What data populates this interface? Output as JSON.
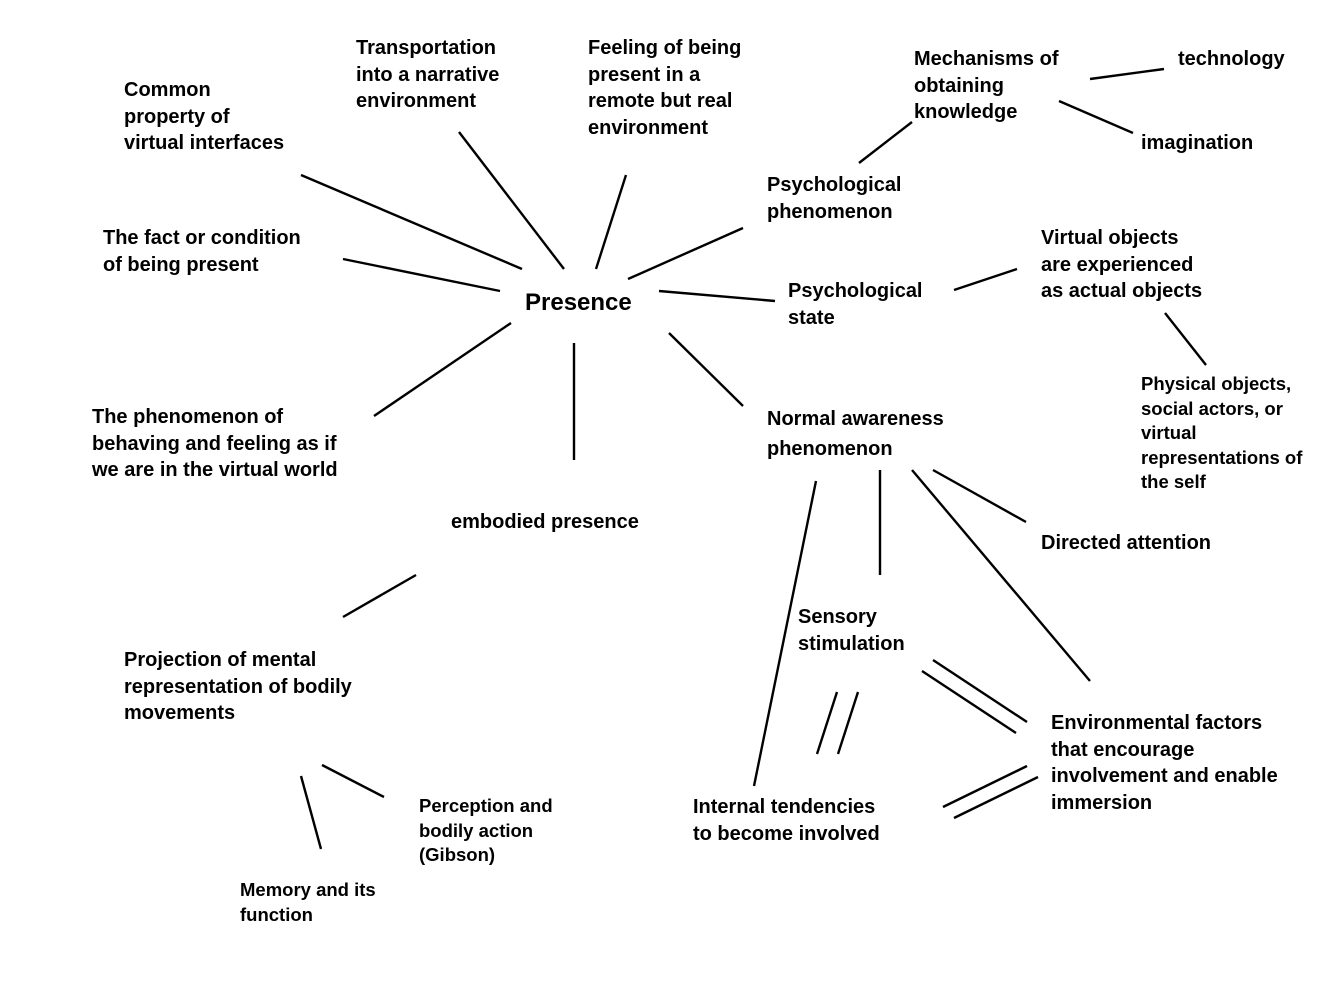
{
  "nodes": {
    "presence": "Presence",
    "common_property": "Common\nproperty of\nvirtual interfaces",
    "transportation": "Transportation\ninto a narrative\nenvironment",
    "feeling_remote": "Feeling of being\npresent in a\nremote but real\nenvironment",
    "fact_condition": "The fact or condition\nof being present",
    "phenomenon_behaving": "The phenomenon of\nbehaving and feeling as if\nwe are in the virtual world",
    "embodied_presence": "embodied presence",
    "projection": "Projection of mental\nrepresentation of bodily\nmovements",
    "memory": "Memory and its\nfunction",
    "perception": "Perception and\nbodily action\n(Gibson)",
    "psych_phenomenon": "Psychological\nphenomenon",
    "mechanisms": "Mechanisms of\nobtaining\nknowledge",
    "technology": "technology",
    "imagination": "imagination",
    "psych_state": "Psychological\nstate",
    "virtual_objects": "Virtual objects\nare experienced\nas actual objects",
    "physical_objects": "Physical objects,\nsocial actors, or\nvirtual\nrepresentations of\nthe self",
    "normal_awareness": "Normal awareness\nphenomenon",
    "directed_attention": "Directed attention",
    "sensory_stimulation": "Sensory\nstimulation",
    "environmental_factors": "Environmental factors\nthat encourage\ninvolvement and enable\nimmersion",
    "internal_tendencies": "Internal tendencies\nto become involved"
  }
}
